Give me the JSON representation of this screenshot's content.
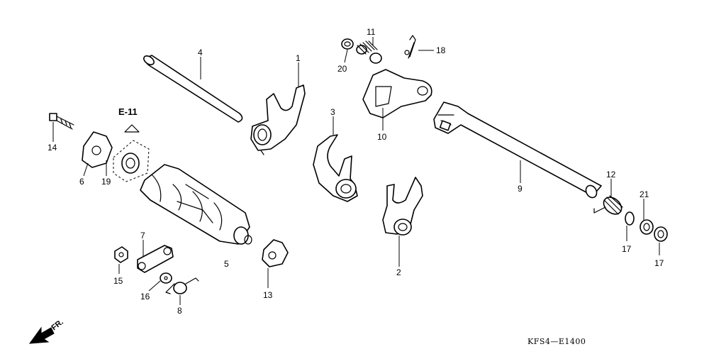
{
  "reference_code": "KFS4—E1400",
  "section_ref": "E-11",
  "front_label": "FR.",
  "callouts": {
    "c1": "1",
    "c2": "2",
    "c3": "3",
    "c4": "4",
    "c5": "5",
    "c6": "6",
    "c7": "7",
    "c8": "8",
    "c9": "9",
    "c10": "10",
    "c11": "11",
    "c12": "12",
    "c13": "13",
    "c14": "14",
    "c15": "15",
    "c16": "16",
    "c17a": "17",
    "c17b": "17",
    "c18": "18",
    "c19": "19",
    "c20": "20",
    "c21": "21"
  }
}
